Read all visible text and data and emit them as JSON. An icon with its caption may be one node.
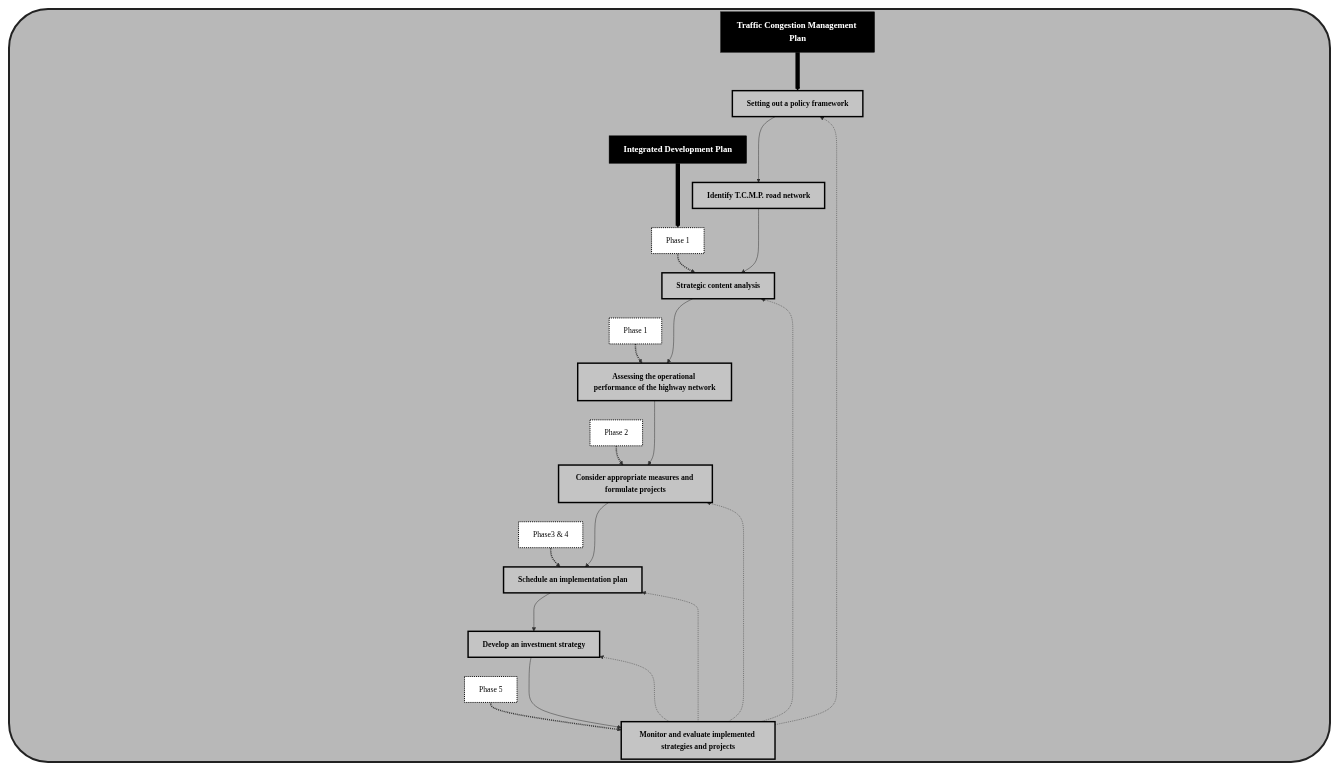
{
  "diagram": {
    "nodes": [
      {
        "text": [
          "Traffic Congestion Management Plan"
        ]
      },
      {
        "text": [
          "Integrated Development Plan"
        ]
      },
      {
        "text": [
          "Setting out a policy framework"
        ]
      },
      {
        "text": [
          "Identify T.C.M.P. road network"
        ]
      },
      {
        "text": [
          "Strategic content analysis"
        ]
      },
      {
        "text": [
          "Assessing the operational performance of the highway network"
        ]
      },
      {
        "text": [
          "Consider appropriate measures and formulate projects"
        ]
      },
      {
        "text": [
          "Schedule an implementation plan"
        ]
      },
      {
        "text": [
          "Develop an investment strategy"
        ]
      },
      {
        "text": [
          "Monitor and evaluate implemented strategies and projects"
        ]
      },
      {
        "text": [
          "Phase 1"
        ]
      },
      {
        "text": [
          "Phase 1"
        ]
      },
      {
        "text": [
          "Phase 2"
        ]
      },
      {
        "text": [
          "Phase3 & 4"
        ]
      },
      {
        "text": [
          "Phase 5"
        ]
      }
    ],
    "edges": [
      {
        "from": 0,
        "to": 2,
        "arrow": "to",
        "style": "thick"
      },
      {
        "from": 2,
        "to": 3,
        "arrow": "to"
      },
      {
        "from": 3,
        "to": 4,
        "arrow": "to"
      },
      {
        "from": 4,
        "to": 5,
        "arrow": "to"
      },
      {
        "from": 5,
        "to": 6,
        "arrow": "to"
      },
      {
        "from": 6,
        "to": 7,
        "arrow": "to"
      },
      {
        "from": 7,
        "to": 8,
        "arrow": "to"
      },
      {
        "from": 8,
        "to": 9,
        "arrow": "to"
      },
      {
        "from": 1,
        "to": 10,
        "arrow": "to",
        "style": "thick"
      },
      {
        "from": 10,
        "to": 4,
        "arrow": "to",
        "style": "dashed"
      },
      {
        "from": 11,
        "to": 5,
        "arrow": "to",
        "style": "dashed"
      },
      {
        "from": 12,
        "to": 6,
        "arrow": "to",
        "style": "dashed"
      },
      {
        "from": 13,
        "to": 7,
        "arrow": "to",
        "style": "dashed"
      },
      {
        "from": 14,
        "to": 9,
        "arrow": "to",
        "style": "dashed"
      },
      {
        "from": 9,
        "to": 2,
        "arrow": "to",
        "style": "dashed"
      },
      {
        "from": 9,
        "to": 4,
        "arrow": "to",
        "style": "dashed"
      },
      {
        "from": 9,
        "to": 6,
        "arrow": "to",
        "style": "dashed"
      },
      {
        "from": 9,
        "to": 7,
        "arrow": "to",
        "style": "dashed"
      },
      {
        "from": 9,
        "to": 8,
        "arrow": "to",
        "style": "dashed"
      }
    ]
  }
}
